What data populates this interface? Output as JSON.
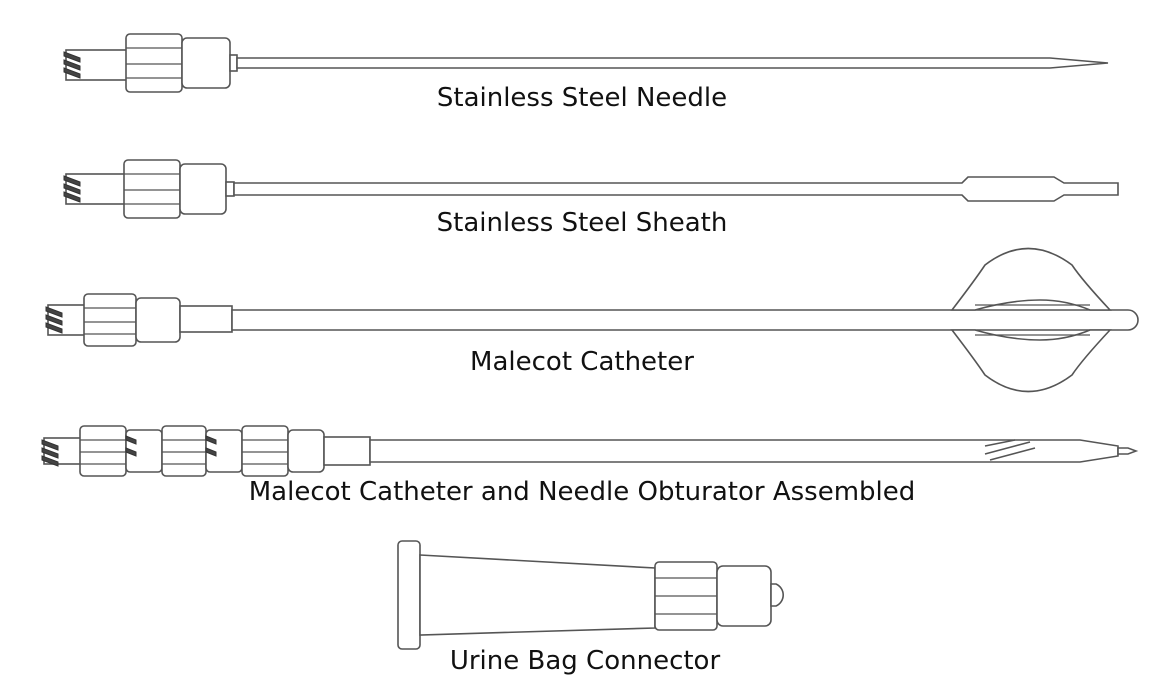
{
  "items": [
    {
      "label": "Stainless Steel Needle"
    },
    {
      "label": "Stainless Steel Sheath"
    },
    {
      "label": "Malecot Catheter"
    },
    {
      "label": "Malecot Catheter and Needle Obturator Assembled"
    },
    {
      "label": "Urine Bag Connector"
    }
  ],
  "colors": {
    "line": "#555555",
    "text": "#111111",
    "background": "#ffffff"
  }
}
